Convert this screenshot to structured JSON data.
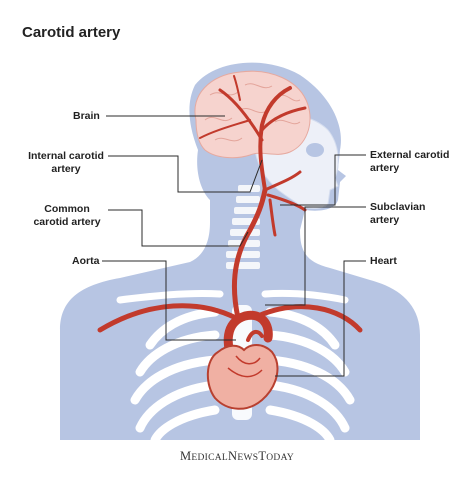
{
  "title": "Carotid artery",
  "labels": {
    "brain": "Brain",
    "internal_carotid_line1": "Internal carotid",
    "internal_carotid_line2": "artery",
    "common_carotid_line1": "Common",
    "common_carotid_line2": "carotid artery",
    "aorta": "Aorta",
    "external_carotid_line1": "External carotid",
    "external_carotid_line2": "artery",
    "subclavian_line1": "Subclavian",
    "subclavian_line2": "artery",
    "heart": "Heart"
  },
  "brand": {
    "m": "M",
    "edical": "EDICAL",
    "n": "N",
    "ews": "EWS",
    "t": "T",
    "oday": "ODAY"
  },
  "colors": {
    "body": "#b7c5e3",
    "bone": "#ffffff",
    "brain": "#f6d3ce",
    "artery": "#c23a2c",
    "heart": "#f0b0a3",
    "leader": "#2b2b2b"
  }
}
